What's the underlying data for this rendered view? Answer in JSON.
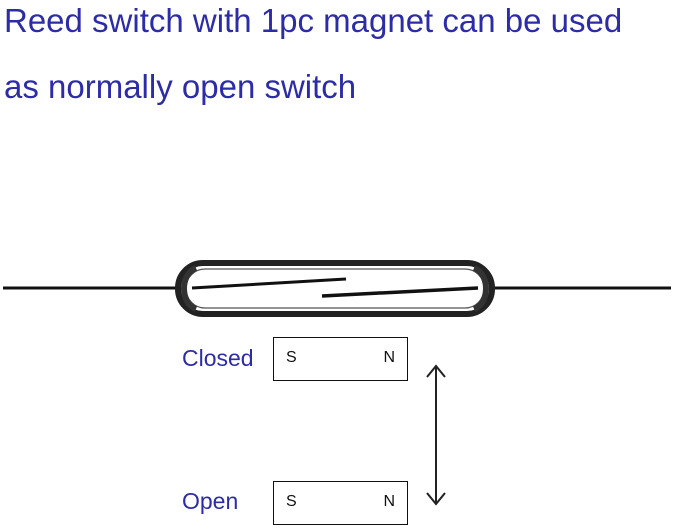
{
  "heading": {
    "line1": "Reed switch with 1pc magnet can be used",
    "line2": "as normally open switch"
  },
  "states": {
    "closed": {
      "label": "Closed",
      "pole_left": "S",
      "pole_right": "N"
    },
    "open": {
      "label": "Open",
      "pole_left": "S",
      "pole_right": "N"
    }
  },
  "colors": {
    "text": "#2c2ca8",
    "lines": "#111111"
  },
  "icons": {
    "movement_arrow": "double-headed-vertical-arrow"
  }
}
